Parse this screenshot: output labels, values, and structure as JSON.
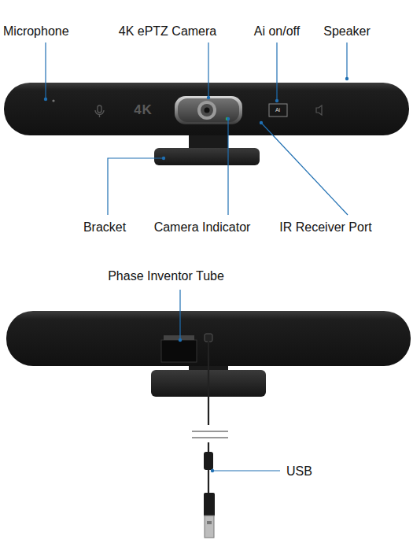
{
  "diagram": {
    "labels": [
      "Microphone",
      "4K ePTZ Camera",
      "Ai on/off",
      "Speaker",
      "4K",
      "Ai",
      "Bracket",
      "Camera Indicator",
      "IR Receiver Port",
      "Phase Inventor Tube",
      "USB"
    ]
  }
}
